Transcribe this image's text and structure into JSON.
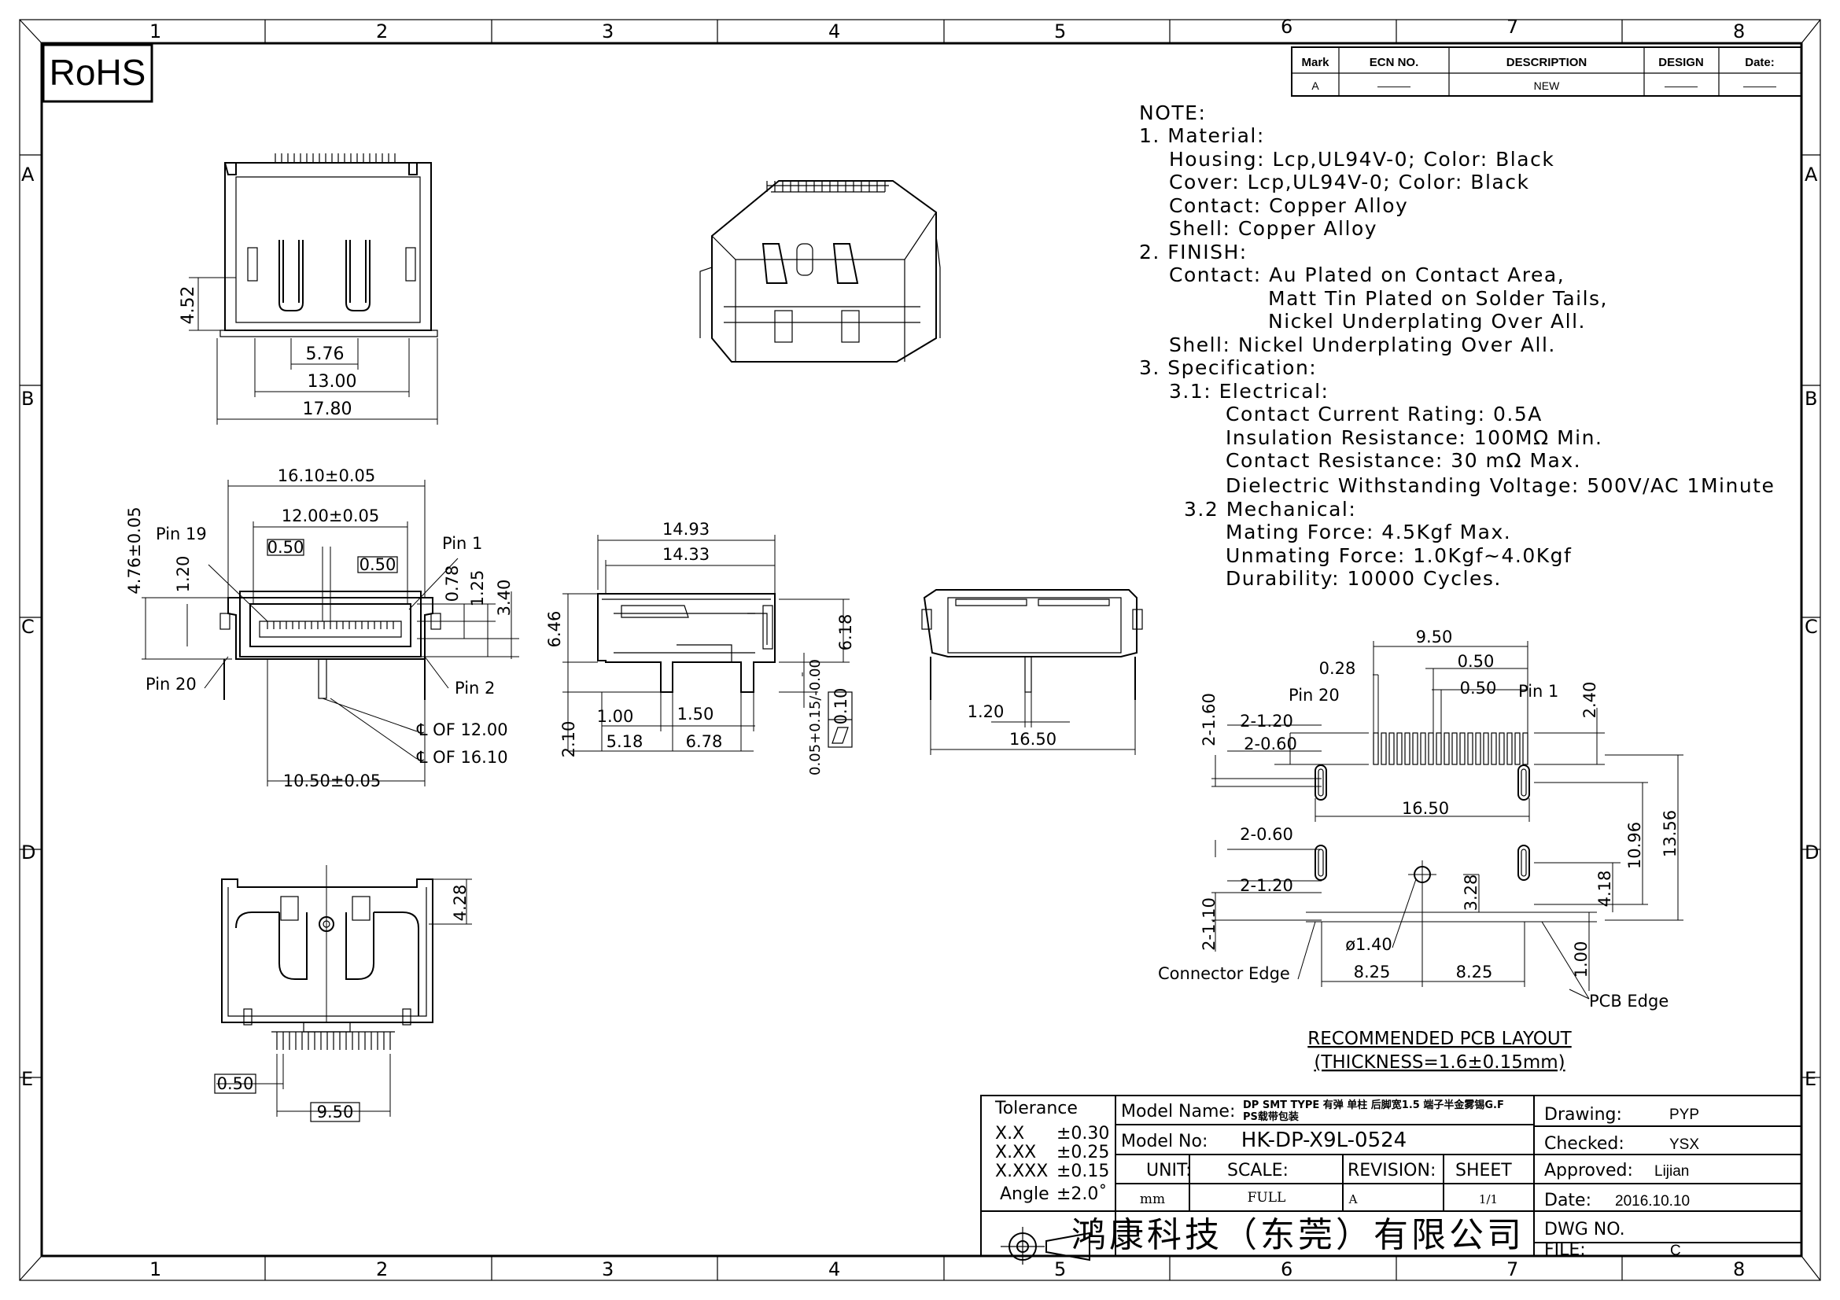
{
  "rohs": "RoHS",
  "grid": {
    "columns": [
      "1",
      "2",
      "3",
      "4",
      "5",
      "6",
      "7",
      "8"
    ],
    "rows": [
      "A",
      "B",
      "C",
      "D",
      "E"
    ]
  },
  "revision_table": {
    "headers": [
      "Mark",
      "ECN NO.",
      "DESCRIPTION",
      "DESIGN",
      "Date:"
    ],
    "row": [
      "A",
      "———",
      "NEW",
      "———",
      "———"
    ]
  },
  "notes": [
    "NOTE:",
    "1. Material:",
    "Housing: Lcp,UL94V-0; Color: Black",
    "Cover: Lcp,UL94V-0; Color: Black",
    "Contact: Copper Alloy",
    "Shell: Copper Alloy",
    "2. FINISH:",
    "Contact: Au Plated on Contact Area,",
    "Matt Tin Plated on Solder Tails,",
    "Nickel Underplating Over All.",
    "Shell: Nickel Underplating Over All.",
    "3. Specification:",
    "3.1: Electrical:",
    "Contact Current Rating: 0.5A",
    "Insulation Resistance: 100MΩ Min.",
    "Contact Resistance: 30 mΩ Max.",
    "Dielectric Withstanding Voltage: 500V/AC 1Minute",
    "3.2 Mechanical:",
    "Mating Force: 4.5Kgf Max.",
    "Unmating Force: 1.0Kgf~4.0Kgf",
    "Durability: 10000 Cycles."
  ],
  "top_view": {
    "dims": [
      "4.52",
      "5.76",
      "13.00",
      "17.80"
    ]
  },
  "front_view": {
    "dims": [
      "16.10±0.05",
      "12.00±0.05",
      "0.50",
      "0.50",
      "4.76±0.05",
      "1.20",
      "0.78",
      "1.25",
      "3.40",
      "10.50±0.05"
    ],
    "labels": [
      "Pin 19",
      "Pin 1",
      "Pin 20",
      "Pin 2",
      "℄ OF 12.00",
      "℄ OF 16.10"
    ]
  },
  "side_view": {
    "dims": [
      "14.93",
      "14.33",
      "6.46",
      "6.18",
      "2.10",
      "1.00",
      "1.50",
      "5.18",
      "6.78",
      "0.05+0.15/-0.00",
      "0.10"
    ]
  },
  "rear_view": {
    "dims": [
      "1.20",
      "16.50"
    ]
  },
  "bottom_view": {
    "dims": [
      "4.28",
      "0.50",
      "9.50"
    ]
  },
  "pcb_layout": {
    "dims": [
      "9.50",
      "0.28",
      "0.50",
      "0.50",
      "2-1.60",
      "2-1.20",
      "2-0.60",
      "2.40",
      "16.50",
      "2-0.60",
      "2-1.20",
      "13.56",
      "10.96",
      "4.18",
      "3.28",
      "2-1.10",
      "ø1.40",
      "8.25",
      "8.25",
      "1.00"
    ],
    "labels": [
      "Pin 20",
      "Pin 1",
      "Connector Edge",
      "PCB Edge"
    ],
    "title": "RECOMMENDED PCB LAYOUT",
    "subtitle": "(THICKNESS=1.6±0.15mm)"
  },
  "title_block": {
    "tolerance_label": "Tolerance",
    "tolerances": [
      [
        "X.X",
        "±0.30"
      ],
      [
        "X.XX",
        "±0.25"
      ],
      [
        "X.XXX",
        "±0.15"
      ],
      [
        "Angle",
        "±2.0˚"
      ]
    ],
    "model_name_label": "Model Name:",
    "model_name_line1": "DP SMT TYPE 有弹 单柱 后脚宽1.5 端子半金雾锡G.F",
    "model_name_line2": "PS载带包装",
    "model_no_label": "Model No:",
    "model_no": "HK-DP-X9L-0524",
    "unit_label": "UNIT:",
    "unit": "mm",
    "scale_label": "SCALE:",
    "scale": "FULL",
    "revision_label": "REVISION:",
    "revision": "A",
    "sheet_label": "SHEET",
    "sheet": "1/1",
    "company": "鸿康科技（东莞）有限公司",
    "drawing_label": "Drawing:",
    "drawing": "PYP",
    "checked_label": "Checked:",
    "checked": "YSX",
    "approved_label": "Approved:",
    "approved": "Lijian",
    "date_label": "Date:",
    "date": "2016.10.10",
    "dwg_label": "DWG NO.",
    "file_label": "FILE:",
    "file": "C"
  }
}
